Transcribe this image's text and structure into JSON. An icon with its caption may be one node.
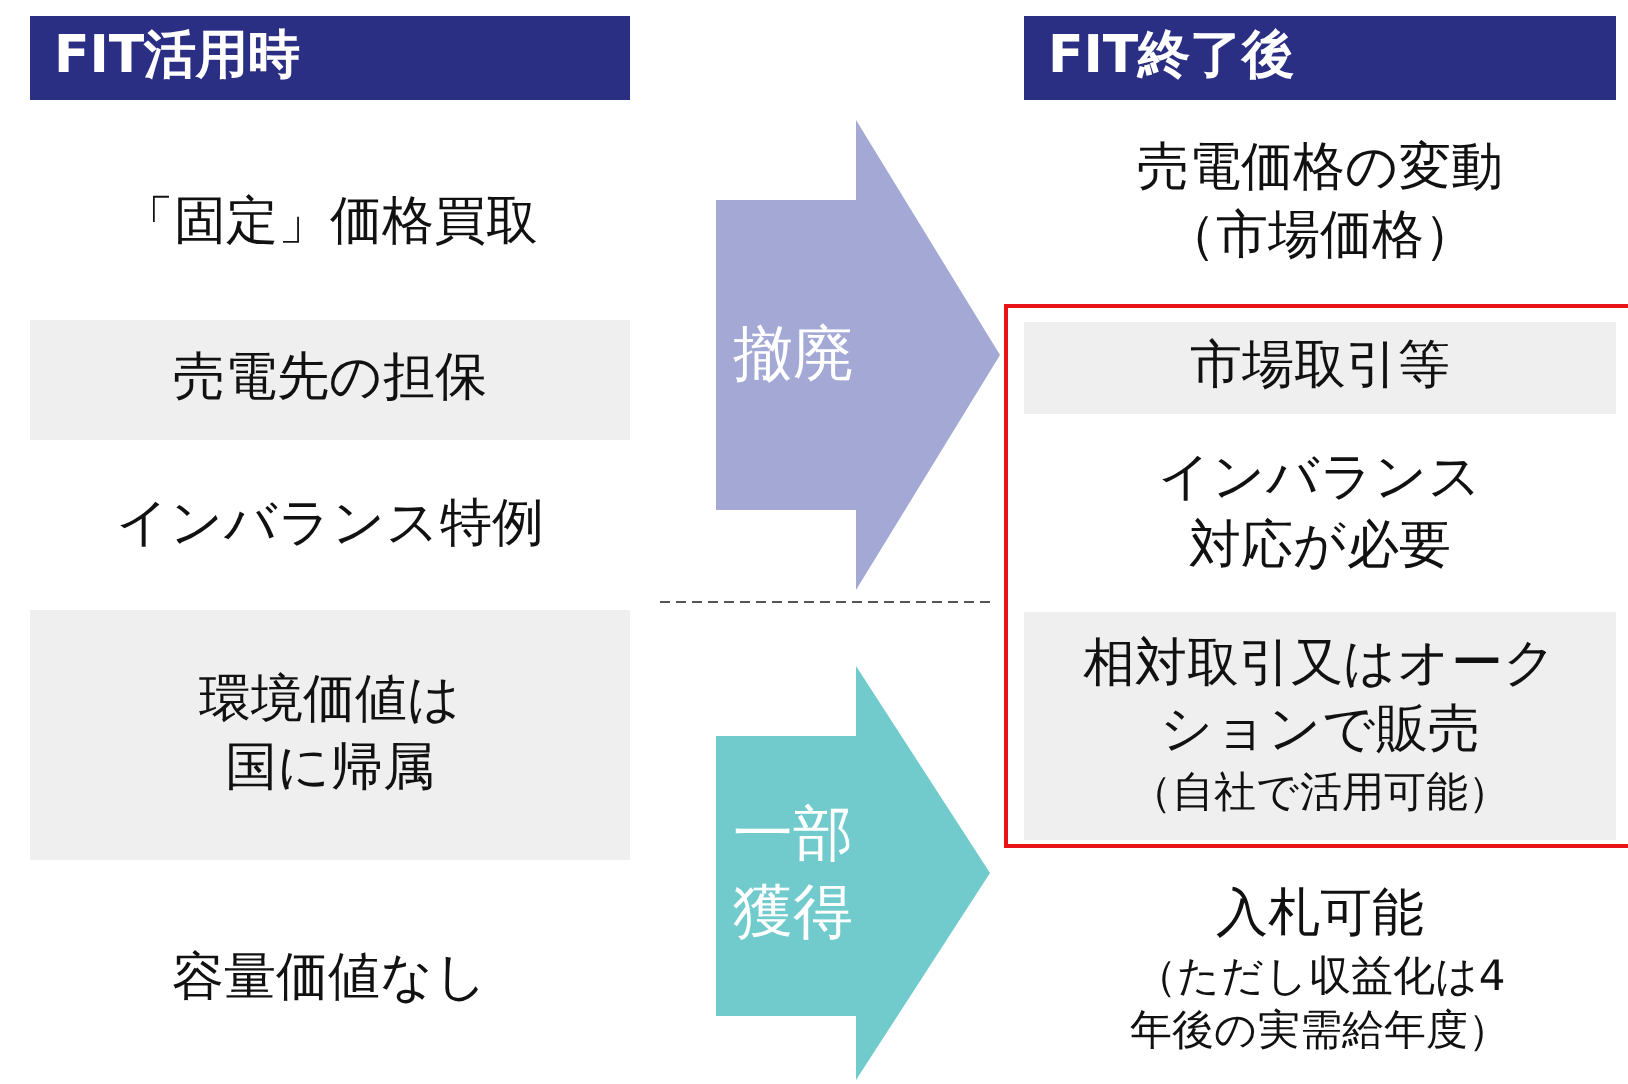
{
  "diagram": {
    "nodes": [
      {
        "text": [
          "FIT活用時"
        ]
      },
      {
        "text": [
          "FIT終了後"
        ]
      },
      {
        "text": [
          "「固定」価格買取"
        ]
      },
      {
        "text": [
          "売電先の担保"
        ]
      },
      {
        "text": [
          "インバランス特例"
        ]
      },
      {
        "text": [
          "環境価値は国に帰属"
        ]
      },
      {
        "text": [
          "容量価値なし"
        ]
      },
      {
        "text": [
          "撤廃"
        ]
      },
      {
        "text": [
          "一部獲得"
        ]
      },
      {
        "text": [
          "売電価格の変動（市場価格）"
        ]
      },
      {
        "text": [],
        "shape": "box"
      },
      {
        "text": [
          "市場取引等"
        ],
        "in": 10
      },
      {
        "text": [
          "インバランス対応が必要"
        ],
        "in": 10
      },
      {
        "text": [
          "相対取引又はオークションで販売",
          "（自社で活用可能）"
        ],
        "in": 10
      },
      {
        "text": [
          "入札可能",
          "（ただし収益化は4年後の実需給年度）"
        ]
      }
    ],
    "edges": []
  }
}
